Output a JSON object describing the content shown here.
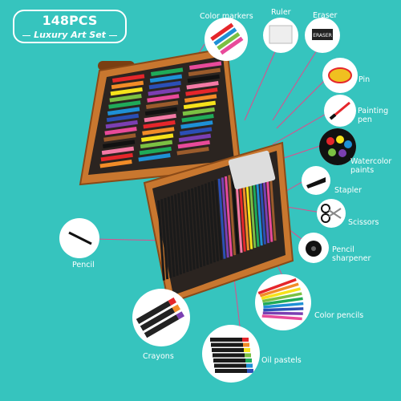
{
  "badge": {
    "count": "148PCS",
    "subtitle": "Luxury Art Set"
  },
  "labels": {
    "color_markers": "Color markers",
    "ruler": "Ruler",
    "eraser": "Eraser",
    "pin": "Pin",
    "painting_pen": "Painting\npen",
    "watercolor_paints": "Watercolor\npaints",
    "stapler": "Stapler",
    "scissors": "Scissors",
    "pencil_sharpener": "Pencil\nsharpener",
    "color_pencils": "Color pencils",
    "oil_pastels": "Oil pastels",
    "crayons": "Crayons",
    "pencil": "Pencil"
  },
  "eraser_brand_text": "ERASER",
  "colors": {
    "background": "#36c4be",
    "case_wood": "#c8772f",
    "case_dark": "#2b2420",
    "leader_line": "#e24a8a"
  },
  "marker_colors": [
    "#e5262b",
    "#f28c28",
    "#f6e21b",
    "#7bc043",
    "#1faa59",
    "#1e90d6",
    "#2b4fb5",
    "#7b3fb2",
    "#e84a9a",
    "#9a5b2c",
    "#111111",
    "#f47aa6"
  ]
}
